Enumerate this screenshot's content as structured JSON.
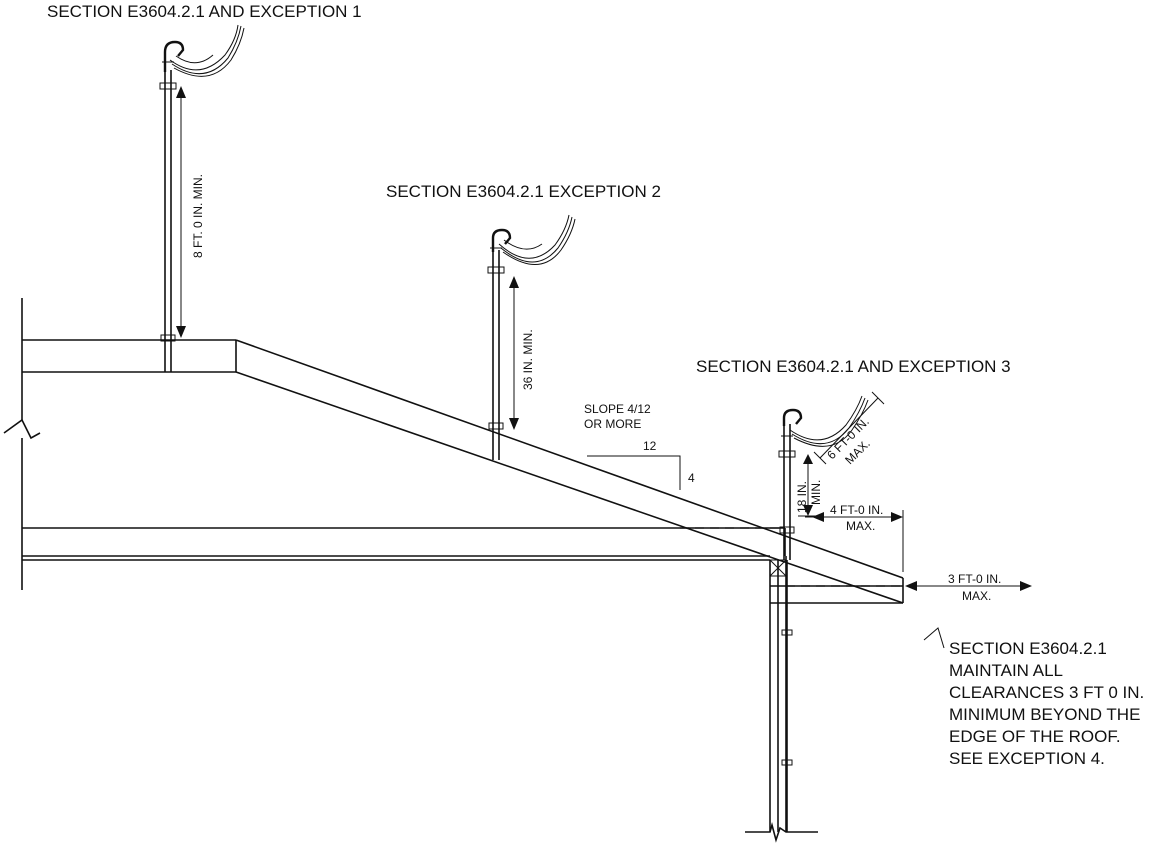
{
  "labels": {
    "exception1": "SECTION E3604.2.1 AND EXCEPTION 1",
    "exception2": "SECTION E3604.2.1 EXCEPTION 2",
    "exception3": "SECTION E3604.2.1 AND EXCEPTION 3",
    "dim_8ft": "8 FT. 0 IN. MIN.",
    "dim_36in": "36 IN. MIN.",
    "slope_line1": "SLOPE 4/12",
    "slope_line2": "OR MORE",
    "slope_run": "12",
    "slope_rise": "4",
    "dim_18in_line1": "18 IN.",
    "dim_18in_line2": "MIN.",
    "dim_6ft_line1": "6 FT-0 IN.",
    "dim_6ft_line2": "MAX.",
    "dim_4ft_line1": "4 FT-0 IN.",
    "dim_4ft_line2": "MAX.",
    "dim_3ft_line1": "3 FT-0 IN.",
    "dim_3ft_line2": "MAX.",
    "note": [
      "SECTION E3604.2.1",
      "MAINTAIN ALL",
      "CLEARANCES 3 FT 0 IN.",
      "MINIMUM BEYOND THE",
      "EDGE OF THE ROOF.",
      "SEE EXCEPTION 4."
    ]
  },
  "colors": {
    "line": "#111111",
    "background": "#ffffff"
  },
  "icons": [
    "weatherhead-icon",
    "service-drop-icon",
    "break-line-icon"
  ]
}
